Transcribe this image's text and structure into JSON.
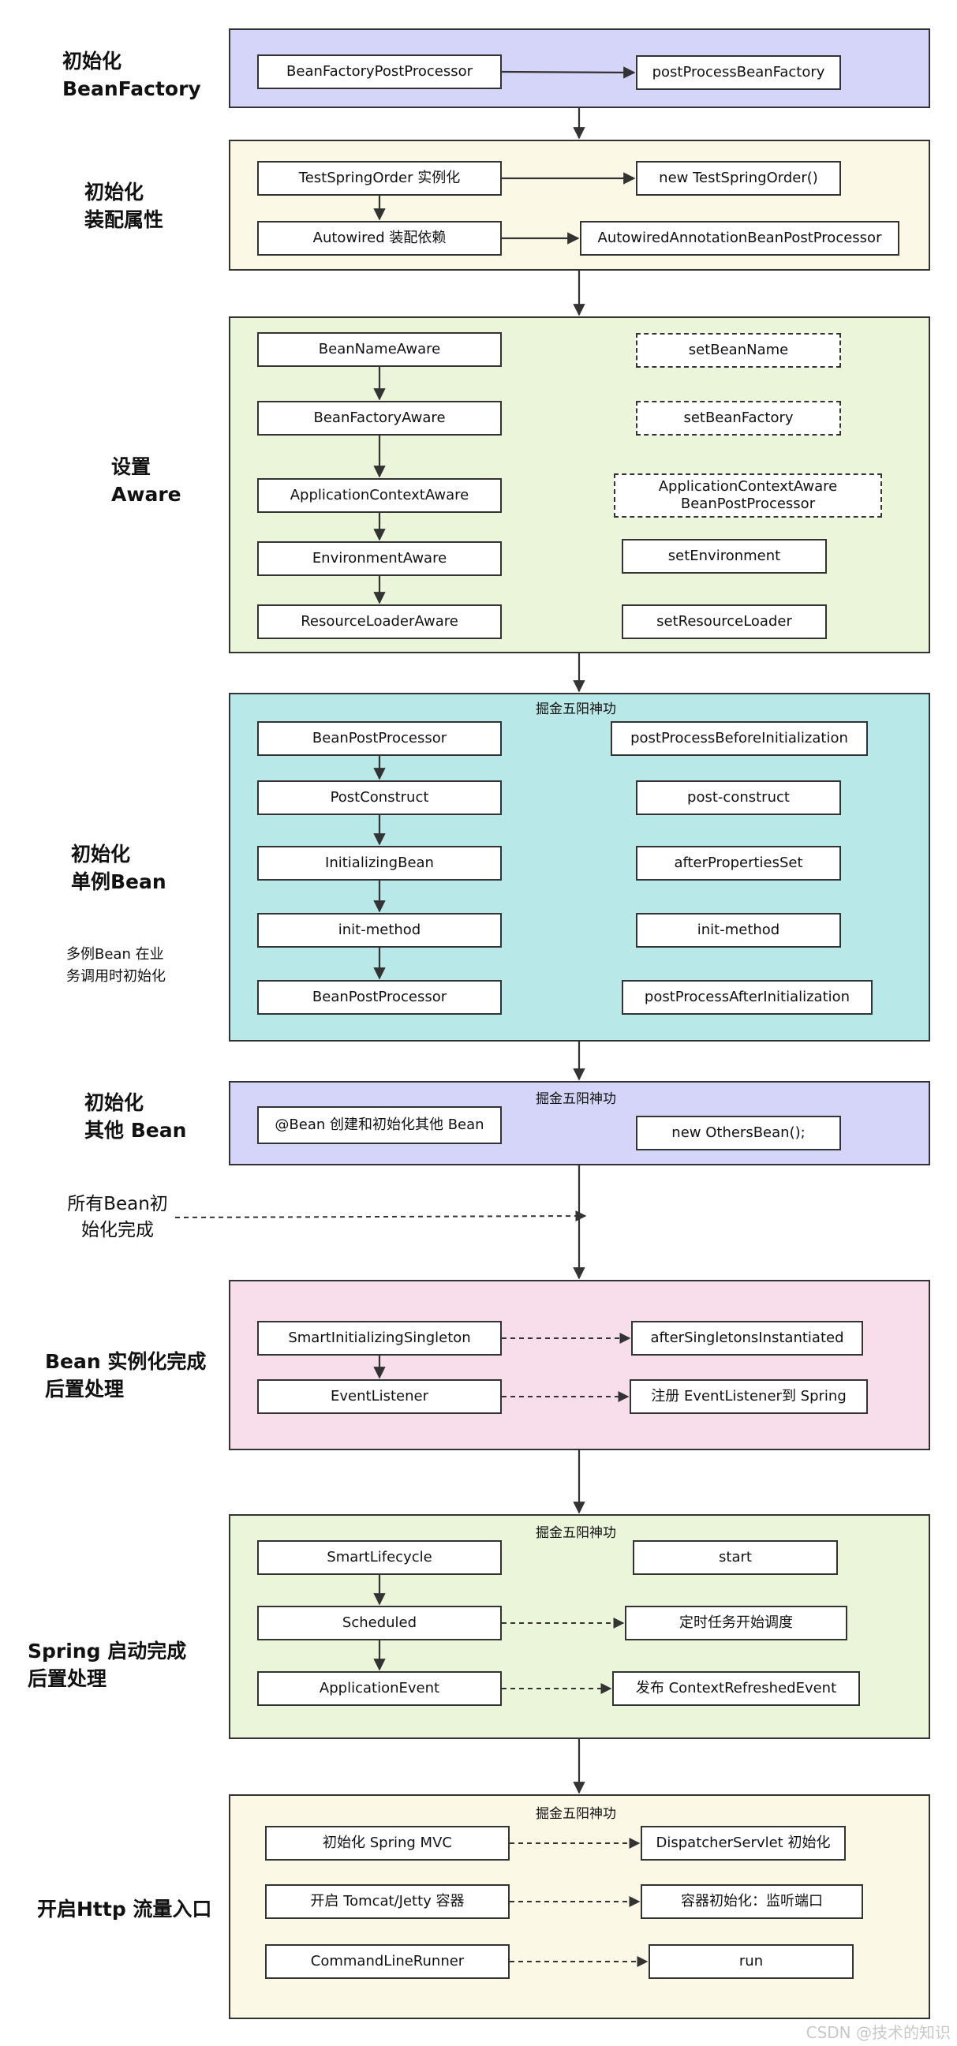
{
  "stages": [
    {
      "label": "初始化\nBeanFactory",
      "fill": "#d5d5fa",
      "nodes": [
        {
          "text": "BeanFactoryPostProcessor"
        },
        {
          "text": "postProcessBeanFactory"
        }
      ]
    },
    {
      "label": "初始化\n装配属性",
      "fill": "#fbf8e6",
      "nodes": [
        {
          "text": "TestSpringOrder 实例化"
        },
        {
          "text": "new TestSpringOrder()"
        },
        {
          "text": "Autowired 装配依赖"
        },
        {
          "text": "AutowiredAnnotationBeanPostProcessor"
        }
      ]
    },
    {
      "label": "设置\nAware",
      "fill": "#eaf5d9",
      "nodes": [
        {
          "text": "BeanNameAware"
        },
        {
          "text": "setBeanName"
        },
        {
          "text": "BeanFactoryAware"
        },
        {
          "text": "setBeanFactory"
        },
        {
          "text": "ApplicationContextAware"
        },
        {
          "text": "ApplicationContextAware\nBeanPostProcessor"
        },
        {
          "text": "EnvironmentAware"
        },
        {
          "text": "setEnvironment"
        },
        {
          "text": "ResourceLoaderAware"
        },
        {
          "text": "setResourceLoader"
        }
      ]
    },
    {
      "label": "初始化\n单例Bean",
      "note": "多例Bean 在业\n务调用时初始化",
      "caption": "掘金五阳神功",
      "fill": "#b9e8e8",
      "nodes": [
        {
          "text": "BeanPostProcessor"
        },
        {
          "text": "postProcessBeforeInitialization"
        },
        {
          "text": "PostConstruct"
        },
        {
          "text": "post-construct"
        },
        {
          "text": "InitializingBean"
        },
        {
          "text": "afterPropertiesSet"
        },
        {
          "text": "init-method"
        },
        {
          "text": "init-method"
        },
        {
          "text": "BeanPostProcessor"
        },
        {
          "text": "postProcessAfterInitialization"
        }
      ]
    },
    {
      "label": "初始化\n其他 Bean",
      "caption": "掘金五阳神功",
      "fill": "#d5d5fa",
      "nodes": [
        {
          "text": "@Bean 创建和初始化其他 Bean"
        },
        {
          "text": "new OthersBean();"
        }
      ]
    },
    {
      "label": "Bean 实例化完成\n后置处理",
      "fill": "#f8deea",
      "nodes": [
        {
          "text": "SmartInitializingSingleton"
        },
        {
          "text": "afterSingletonsInstantiated"
        },
        {
          "text": "EventListener"
        },
        {
          "text": "注册 EventListener到 Spring"
        }
      ]
    },
    {
      "label": "Spring 启动完成\n后置处理",
      "caption": "掘金五阳神功",
      "fill": "#eaf5d9",
      "nodes": [
        {
          "text": "SmartLifecycle"
        },
        {
          "text": "start"
        },
        {
          "text": "Scheduled"
        },
        {
          "text": "定时任务开始调度"
        },
        {
          "text": "ApplicationEvent"
        },
        {
          "text": "发布 ContextRefreshedEvent"
        }
      ]
    },
    {
      "label": "开启Http 流量入口",
      "caption": "掘金五阳神功",
      "fill": "#fbf8e6",
      "nodes": [
        {
          "text": "初始化 Spring MVC"
        },
        {
          "text": "DispatcherServlet 初始化"
        },
        {
          "text": "开启 Tomcat/Jetty  容器"
        },
        {
          "text": "容器初始化：监听端口"
        },
        {
          "text": "CommandLineRunner"
        },
        {
          "text": "run"
        }
      ]
    }
  ],
  "between_note": "所有Bean初\n始化完成",
  "watermark": "CSDN @技术的知识"
}
